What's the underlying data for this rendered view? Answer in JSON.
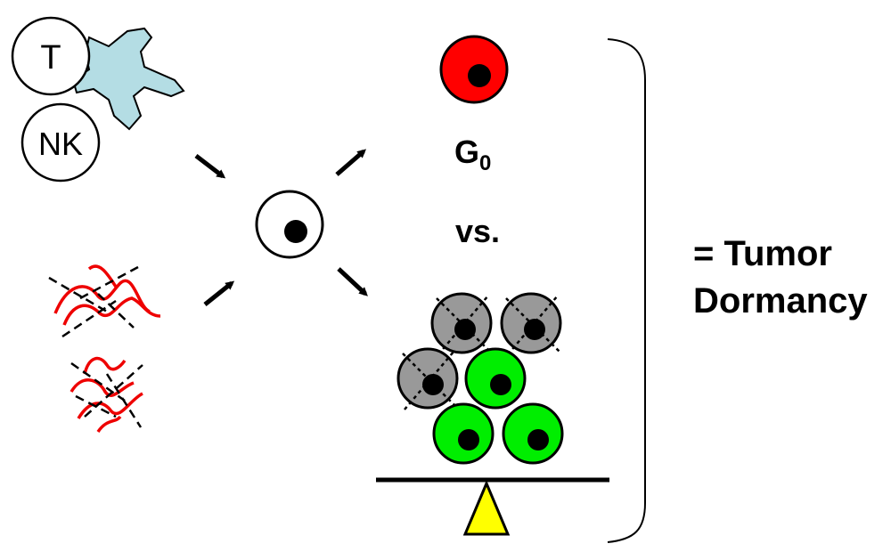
{
  "labels": {
    "t_cell": "T",
    "nk_cell": "NK",
    "g0_main": "G",
    "g0_sub": "0",
    "versus": "vs.",
    "result_line1": "= Tumor",
    "result_line2": "Dormancy"
  },
  "colors": {
    "quiescent_cell": "#ff0000",
    "proliferating_cell": "#00ee00",
    "dying_cell": "#999999",
    "dendritic_cell": "#b4dde4",
    "extracellular_matrix": "#ee0000",
    "fulcrum": "#ffff00",
    "nucleus": "#000000"
  }
}
